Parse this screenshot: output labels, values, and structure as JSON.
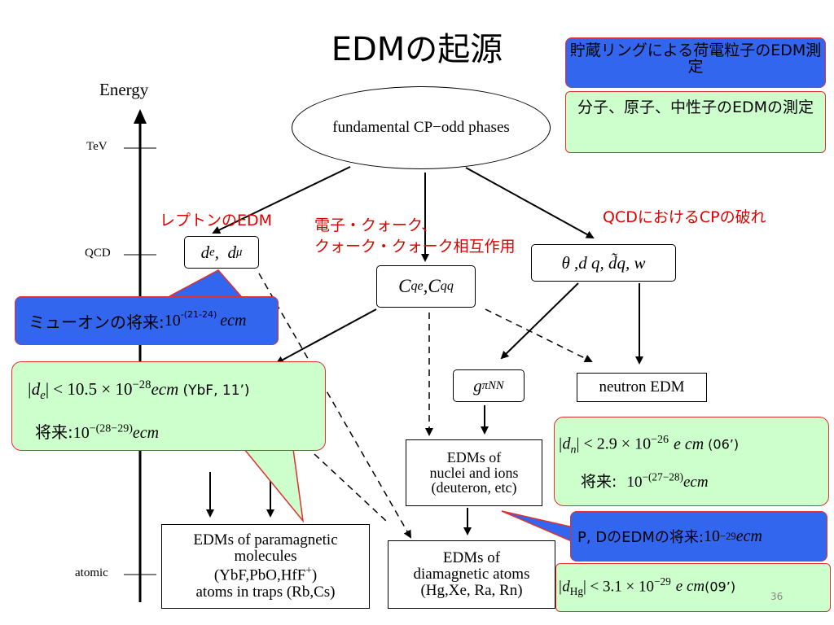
{
  "slide": {
    "title": "EDMの起源",
    "page_number": "36"
  },
  "axis": {
    "label": "Energy",
    "ticks": [
      "TeV",
      "QCD",
      "atomic"
    ]
  },
  "callouts": {
    "storage_ring": "貯蔵リングによる荷電粒子のEDM測定",
    "molecules": "分子、原子、中性子のEDMの測定",
    "muon_future": "ミューオンの将来:",
    "muon_math": "10",
    "muon_exp": "-(21-24)",
    "muon_unit": "ecm",
    "electron_limit": "|d",
    "electron_sub": "e",
    "electron_limit_rest": "| < 10.5 × 10",
    "electron_exp": "−28",
    "electron_unit": "ecm",
    "electron_ref": "(YbF, 11’)",
    "electron_future_label": "将来:",
    "electron_future_math": "10",
    "electron_future_exp": "−(28−29)",
    "electron_future_unit": "ecm",
    "neutron_limit": "|d",
    "neutron_sub": "n",
    "neutron_limit_rest": "|  <  2.9 × 10",
    "neutron_exp": "−26",
    "neutron_unit": "e cm",
    "neutron_ref": "(06’)",
    "neutron_future_label": "将来:",
    "neutron_future_math": "10",
    "neutron_future_exp": "−(27−28)",
    "neutron_future_unit": "ecm",
    "pd_future": "P, DのEDMの将来:",
    "pd_math": "10",
    "pd_exp": "−29",
    "pd_unit": "ecm",
    "hg_limit": "|d",
    "hg_sub": "Hg",
    "hg_limit_rest": "|  <  3.1 × 10",
    "hg_exp": "−29",
    "hg_unit": "e cm",
    "hg_ref": "(09’)"
  },
  "labels": {
    "lepton_edm": "レプトンのEDM",
    "quark_line1": "電子・クォーク、",
    "quark_line2": "クォーク・クォーク相互作用",
    "qcd_cp": "QCDにおけるCPの破れ"
  },
  "nodes": {
    "fundamental": "fundamental CP−odd phases",
    "lepton_de": "d",
    "lepton_de_sub": "e",
    "lepton_dmu": "d",
    "lepton_dmu_sub": "μ",
    "cqe": "C",
    "cqe_sub": "qe",
    "cqq": "C",
    "cqq_sub": "qq",
    "theta": "θ  ,d q, d̃q, w",
    "gpinn": "g",
    "gpinn_sub": "πNN",
    "neutron_edm": "neutron EDM",
    "nuclei_l1": "EDMs of",
    "nuclei_l2": "nuclei and ions",
    "nuclei_l3": "(deuteron, etc)",
    "para_l1": "EDMs of paramagnetic",
    "para_l2": "molecules",
    "para_l3": "(YbF,PbO,HfF",
    "para_l3_sup": "+",
    "para_l3_end": ")",
    "para_l4": "atoms in traps (Rb,Cs)",
    "dia_l1": "EDMs of",
    "dia_l2": "diamagnetic atoms",
    "dia_l3": "(Hg,Xe, Ra, Rn)"
  }
}
